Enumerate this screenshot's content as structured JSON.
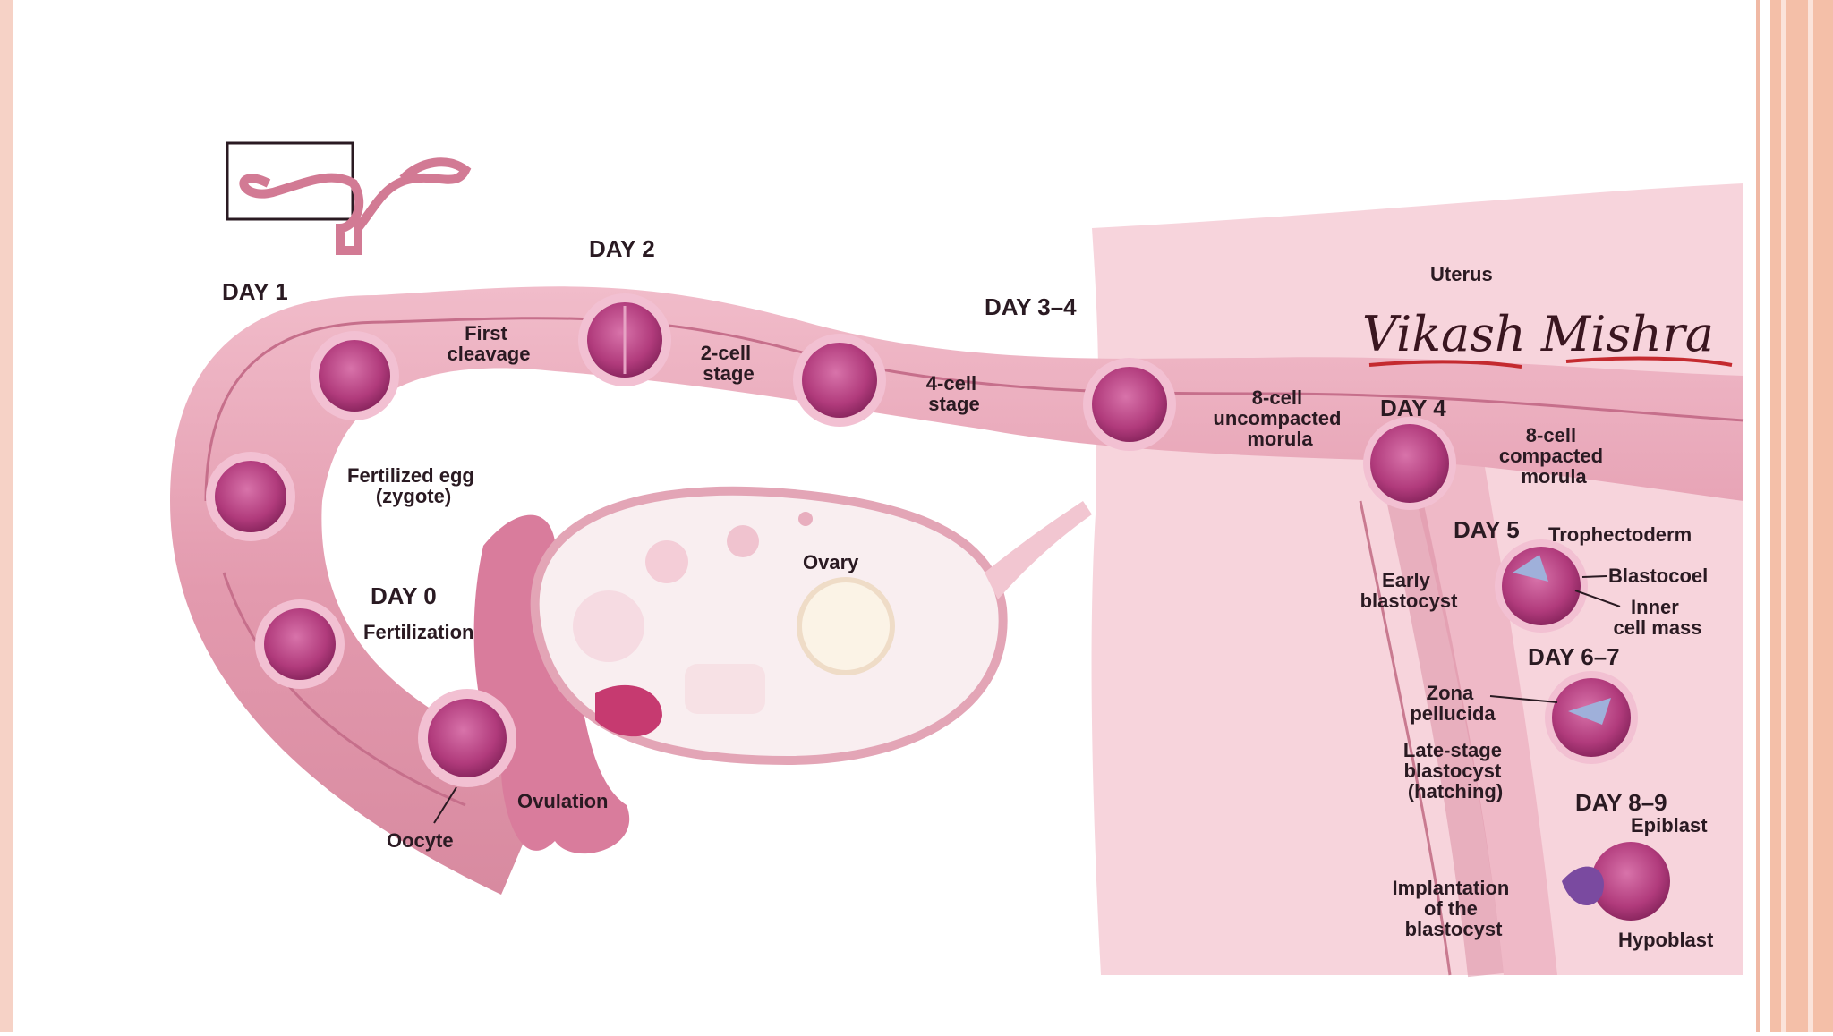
{
  "labels": {
    "day_1": "DAY 1",
    "day_2": "DAY 2",
    "day_3_4": "DAY 3–4",
    "day_0": "DAY 0",
    "day_4": "DAY 4",
    "day_5": "DAY 5",
    "day_6_7": "DAY 6–7",
    "day_8_9": "DAY 8–9",
    "uterus": "Uterus",
    "ovary": "Ovary",
    "ovulation": "Ovulation",
    "oocyte": "Oocyte",
    "fertilization": "Fertilization",
    "fertilized_egg": [
      "Fertilized egg",
      "(zygote)"
    ],
    "first_cleavage": [
      "First",
      "cleavage"
    ],
    "two_cell": [
      "2-cell",
      "stage"
    ],
    "four_cell": [
      "4-cell",
      "stage"
    ],
    "eight_cell_uncompacted": [
      "8-cell",
      "uncompacted",
      "morula"
    ],
    "eight_cell_compacted": [
      "8-cell",
      "compacted",
      "morula"
    ],
    "trophectoderm": "Trophectoderm",
    "blastocoel": "Blastocoel",
    "inner_cell_mass": [
      "Inner",
      "cell mass"
    ],
    "early_blastocyst": [
      "Early",
      "blastocyst"
    ],
    "zona_pellucida": [
      "Zona",
      "pellucida"
    ],
    "late_stage_blastocyst": [
      "Late-stage",
      "blastocyst",
      "(hatching)"
    ],
    "epiblast": "Epiblast",
    "hypoblast": "Hypoblast",
    "implantation": [
      "Implantation",
      "of the",
      "blastocyst"
    ]
  },
  "watermark": "Vikash Mishra",
  "colors": {
    "tube": "#e9a7b8",
    "uterus_wall": "#f6cfd8",
    "embryo": "#b83c82",
    "border_right": "#f2b49a"
  }
}
